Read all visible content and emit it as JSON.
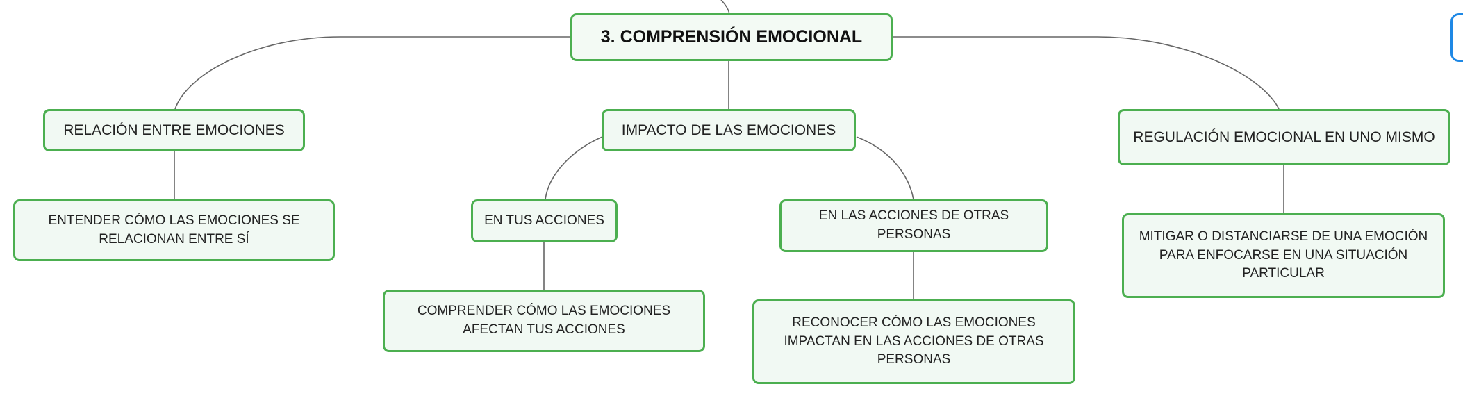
{
  "diagram": {
    "root": {
      "label": "3. COMPRENSIÓN EMOCIONAL"
    },
    "branches": [
      {
        "label": "RELACIÓN ENTRE EMOCIONES",
        "children": [
          {
            "label": "ENTENDER CÓMO LAS EMOCIONES SE RELACIONAN ENTRE SÍ"
          }
        ]
      },
      {
        "label": "IMPACTO DE LAS EMOCIONES",
        "children": [
          {
            "label": "EN TUS ACCIONES",
            "children": [
              {
                "label": "COMPRENDER CÓMO LAS EMOCIONES AFECTAN TUS ACCIONES"
              }
            ]
          },
          {
            "label": "EN LAS ACCIONES DE OTRAS PERSONAS",
            "children": [
              {
                "label": "RECONOCER CÓMO LAS EMOCIONES IMPACTAN EN LAS ACCIONES DE OTRAS PERSONAS"
              }
            ]
          }
        ]
      },
      {
        "label": "REGULACIÓN EMOCIONAL EN UNO MISMO",
        "children": [
          {
            "label": "MITIGAR O DISTANCIARSE DE UNA EMOCIÓN PARA ENFOCARSE EN UNA SITUACIÓN PARTICULAR"
          }
        ]
      }
    ],
    "colors": {
      "node_border": "#4caf50",
      "node_fill": "#f1f9f3",
      "connector": "#666666",
      "offscreen_node_border": "#1e88e5"
    }
  }
}
